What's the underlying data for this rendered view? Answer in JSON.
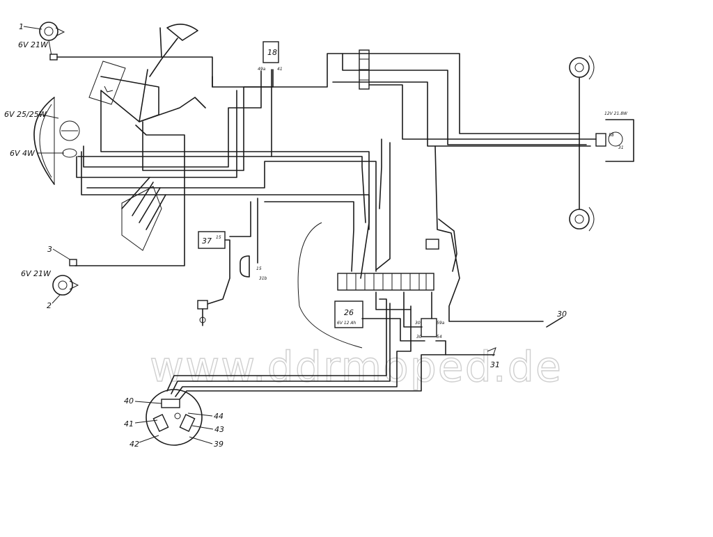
{
  "watermark": "www.ddrmoped.de",
  "rating_labels": {
    "front_indicator_top": "6V 21W",
    "headlight": "6V 25/25W",
    "parking_light": "6V 4W",
    "front_indicator_bottom": "6V 21W",
    "tail_light": "12V 21.8W",
    "battery": "6V 12 Ah"
  },
  "component_numbers": {
    "n1": "1",
    "n2": "2",
    "n3": "3",
    "n18": "18",
    "n26": "26",
    "n30": "30",
    "n31": "31",
    "n37": "37",
    "n39": "39",
    "n40": "40",
    "n41": "41",
    "n42": "42",
    "n43": "43",
    "n44": "44"
  },
  "terminal_labels": {
    "t49a": "49a",
    "t41": "41",
    "t15a": "15",
    "t15b": "15",
    "t31b": "31b",
    "t30": "30",
    "t30b": "30",
    "t59a": "59a",
    "t54": "54",
    "t58": "58",
    "t31": "31"
  }
}
